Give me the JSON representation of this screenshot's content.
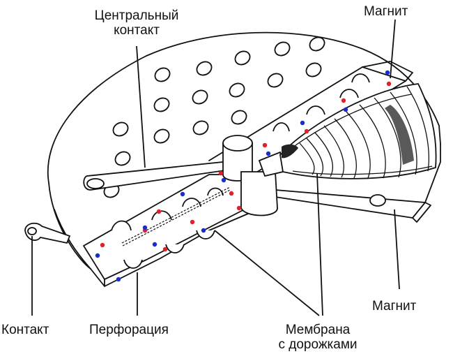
{
  "labels": {
    "central_contact": [
      "Центральный",
      "контакт"
    ],
    "magnet_top": "Магнит",
    "magnet_right": "Магнит",
    "contact": "Контакт",
    "perforation": "Перфорация",
    "membrane": [
      "Мембрана",
      "с дорожками"
    ]
  },
  "colors": {
    "line": "#111111",
    "dot_red": "#e0202a",
    "dot_blue": "#1a2bd0",
    "fill": "#ffffff"
  }
}
